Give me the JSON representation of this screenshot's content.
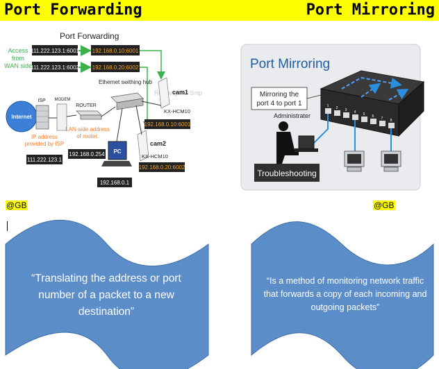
{
  "titles": {
    "left": "Port Forwarding",
    "right": "Port Mirroring"
  },
  "forwarding": {
    "heading": "Port Forwarding",
    "access_label": [
      "Access",
      "from",
      "WAN side"
    ],
    "wan1": "111.222.123.1:6001",
    "lan1": "192.168.0.10:6001",
    "wan2": "111.222.123.1:6002",
    "lan2": "192.168.0.20:6002",
    "hub_label": "Ethernet swithing hub",
    "internet": "Internet",
    "isp": "ISP",
    "modem": "MODEM",
    "router": "ROUTER",
    "isp_note": [
      "IP address",
      "provided by ISP"
    ],
    "lan_note": [
      "LAN-side address",
      "of router."
    ],
    "isp_ip": "111.222.123.1",
    "router_ip": "192.168.0.254",
    "pc": "PC",
    "pc_ip": "192.168.0.1",
    "cam1": "cam1",
    "cam1_model": "KX-HCM10",
    "cam1_ip": "192.168.0.10:6001",
    "cam2": "cam2",
    "cam2_model": "KX-HCM10",
    "cam2_ip": "192.168.0.20:6002"
  },
  "mirroring": {
    "heading": "Port Mirroring",
    "callout": [
      "Mirroring the",
      "port 4 to port 1"
    ],
    "admin": "Administrater",
    "troubleshooting": "Troubleshooting",
    "ports": [
      "1",
      "2",
      "3",
      "4",
      "5",
      "6",
      "7",
      "8"
    ]
  },
  "credits": {
    "left": "@GB",
    "right": "@GB"
  },
  "definitions": {
    "left": "“Translating the address or port number of a packet to a new destination”",
    "right": "“Is a method of monitoring network traffic that forwards a copy of each incoming and outgoing packets”"
  },
  "colors": {
    "title_bg": "#ffff00",
    "wave": "#5b8dc9",
    "wave_edge": "#3f6fa8",
    "orange": "#f5a623",
    "green": "#3cb34a"
  }
}
